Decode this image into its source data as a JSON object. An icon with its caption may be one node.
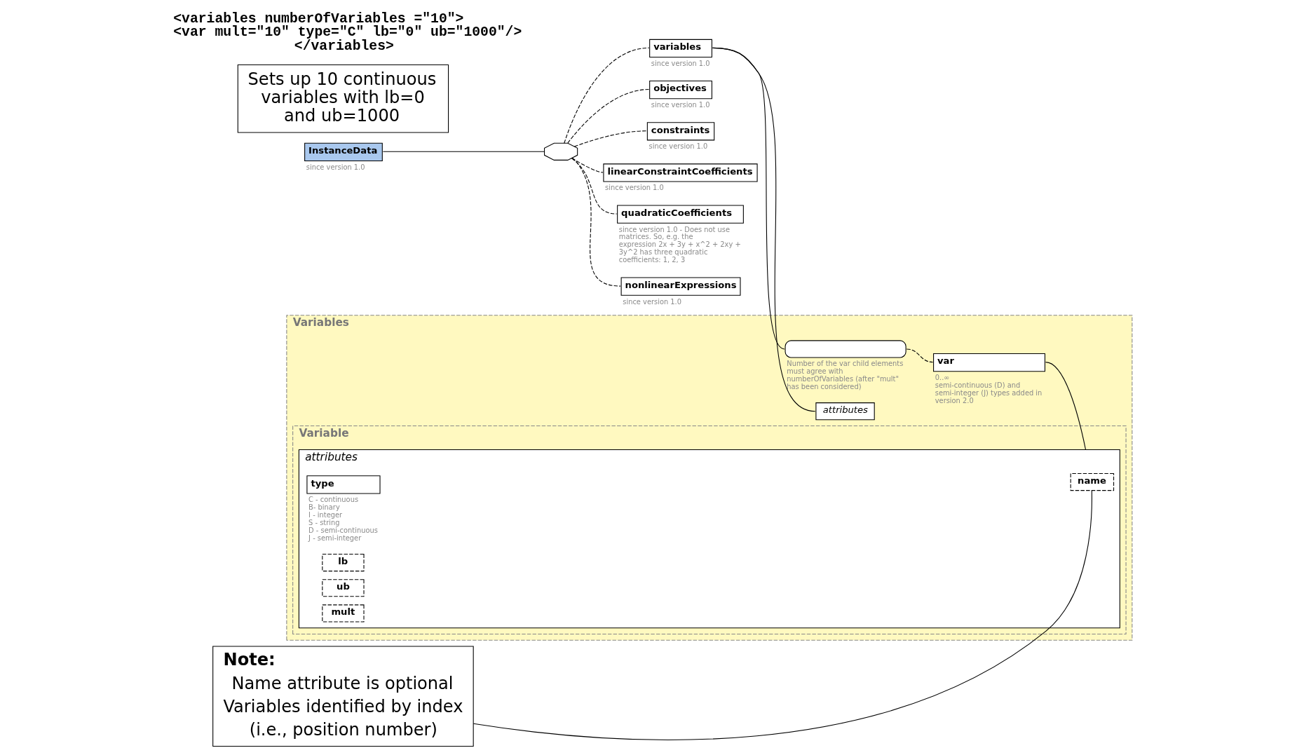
{
  "diagram": {
    "nodes": [
      {
        "text": [
          "InstanceData"
        ],
        "beside": [
          "since version 1.0"
        ]
      },
      {
        "text": [],
        "shape": "octagon"
      },
      {
        "text": [
          "variables"
        ],
        "beside": [
          "since version 1.0"
        ]
      },
      {
        "text": [
          "Variables"
        ]
      },
      {
        "text": [
          "attributes"
        ],
        "in": 3
      },
      {
        "text": [],
        "shape": "octagon",
        "in": 3,
        "beside": [
          "Number of the var child elements must agree with numberOfVariables (after \"mult\" has been considered)"
        ]
      },
      {
        "text": [
          "var"
        ],
        "in": 3,
        "beside": [
          "0..∞",
          "semi-continuous (D) and semi-integer (J) types added in version 2.0"
        ]
      },
      {
        "text": [
          "Variable"
        ],
        "in": 3
      },
      {
        "text": [
          "attributes"
        ],
        "in": 7
      },
      {
        "text": [
          "name"
        ],
        "in": 8
      },
      {
        "text": [
          "type"
        ],
        "in": 8,
        "beside": [
          "C - continuous",
          "B- binary",
          "I - integer",
          "S - string",
          "D - semi-continuous",
          "J - semi-integer"
        ]
      },
      {
        "text": [
          "lb"
        ],
        "in": 8
      },
      {
        "text": [
          "ub"
        ],
        "in": 8
      },
      {
        "text": [
          "mult"
        ],
        "in": 8
      },
      {
        "text": [
          "objectives"
        ],
        "beside": [
          "since version 1.0"
        ]
      },
      {
        "text": [
          "constraints"
        ],
        "beside": [
          "since version 1.0"
        ]
      },
      {
        "text": [
          "linearConstraintCoefficients"
        ],
        "beside": [
          "since version 1.0"
        ]
      },
      {
        "text": [
          "quadraticCoefficients"
        ],
        "beside": [
          "since version 1.0 - Does not use matrices. So, e.g. the expression 2x + 3y + x^2 + 2xy + 3y^2 has three quadratic coefficients: 1, 2, 3"
        ]
      },
      {
        "text": [
          "nonlinearExpressions"
        ],
        "beside": [
          "since version 1.0"
        ]
      },
      {
        "text": [
          "Sets up 10 continuous variables with lb=0 and ub=1000"
        ]
      },
      {
        "text": [
          "Note:",
          "Name attribute is optional",
          "Variables identified by index",
          "(i.e., position number)"
        ]
      }
    ],
    "edges": [
      {
        "from": 0,
        "to": 1,
        "arrow": "none"
      },
      {
        "from": 1,
        "to": 2,
        "arrow": "none",
        "style": "dashed"
      },
      {
        "from": 2,
        "to": 4,
        "arrow": "none"
      },
      {
        "from": 2,
        "to": 5,
        "arrow": "none"
      },
      {
        "from": 5,
        "to": 6,
        "arrow": "none",
        "style": "dashed"
      },
      {
        "from": 6,
        "to": 8,
        "arrow": "none"
      },
      {
        "from": 1,
        "to": 14,
        "arrow": "none",
        "style": "dashed"
      },
      {
        "from": 1,
        "to": 15,
        "arrow": "none",
        "style": "dashed"
      },
      {
        "from": 1,
        "to": 16,
        "arrow": "none",
        "style": "dashed"
      },
      {
        "from": 1,
        "to": 17,
        "arrow": "none",
        "style": "dashed"
      },
      {
        "from": 1,
        "to": 18,
        "arrow": "none",
        "style": "dashed"
      },
      {
        "from": 20,
        "to": 9,
        "arrow": "none"
      }
    ],
    "labels": [
      "<variables numberOfVariables =\"10\">",
      "<var mult=\"10\" type=\"C\" lb=\"0\" ub=\"1000\"/>",
      "</variables>"
    ]
  }
}
